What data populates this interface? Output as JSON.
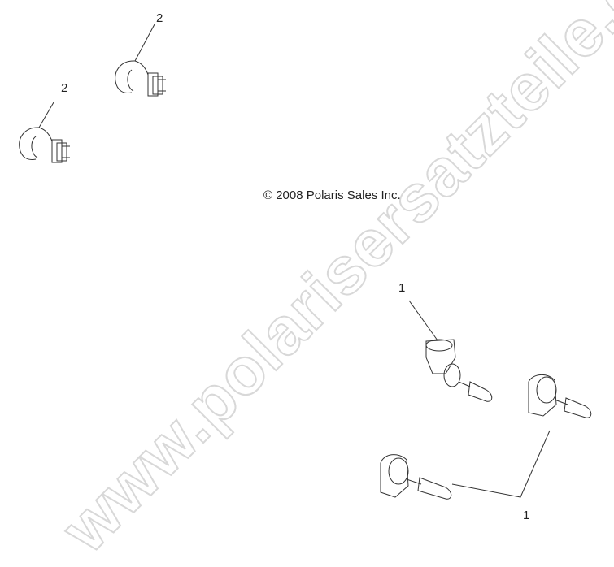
{
  "watermark": "www.polarisersatzteile.de",
  "copyright": "© 2008 Polaris Sales Inc.",
  "callouts": [
    {
      "label": "2",
      "part": "wedge bulb (upper)"
    },
    {
      "label": "2",
      "part": "wedge bulb (lower)"
    },
    {
      "label": "1",
      "part": "headlight bulb (top)"
    },
    {
      "label": "1",
      "part": "headlight bulbs (shared leader)"
    }
  ],
  "colors": {
    "line": "#333333",
    "watermark_stroke": "#d8d8d8",
    "background": "#ffffff"
  }
}
